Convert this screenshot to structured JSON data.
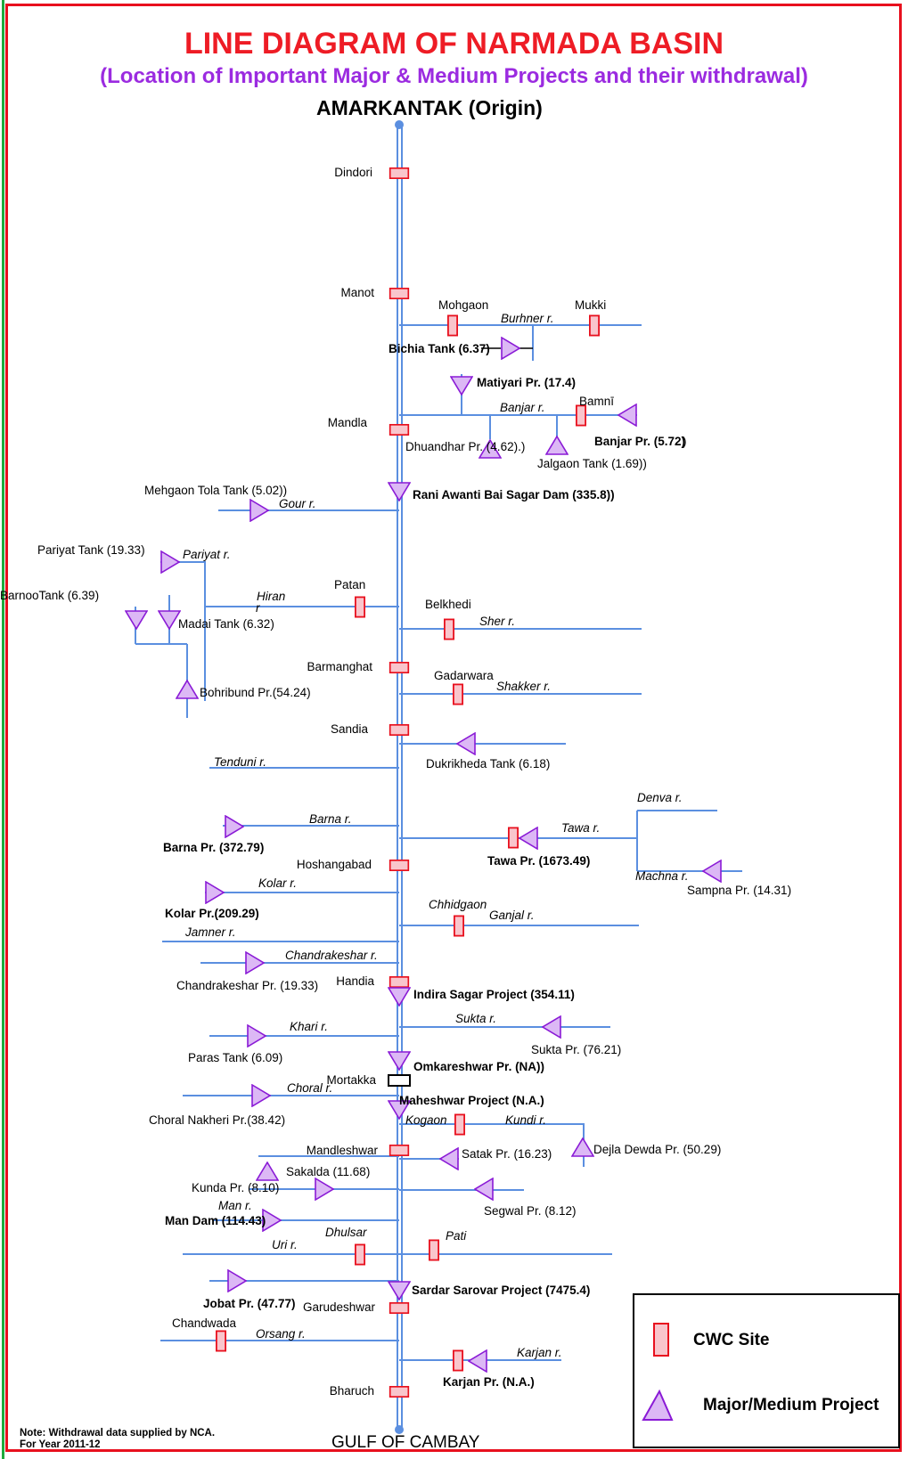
{
  "title": "LINE DIAGRAM OF NARMADA BASIN",
  "subtitle": "(Location of Important Major & Medium Projects and their withdrawal)",
  "origin": "AMARKANTAK (Origin)",
  "mouth": "GULF OF CAMBAY",
  "note_line1": "Note: Withdrawal data supplied by NCA.",
  "note_line2": "For Year 2011-12",
  "legend": {
    "cwc_site": "CWC Site",
    "project": "Major/Medium Project"
  },
  "colors": {
    "river": "#5b8fe0",
    "site_fill": "#f9c5cc",
    "site_stroke": "#e8101e",
    "project_fill": "#dcb8f5",
    "project_stroke": "#8a1ad6",
    "title": "#ee1c25",
    "subtitle": "#9b2be0"
  },
  "cwc_sites": {
    "dindori": "Dindori",
    "manot": "Manot",
    "mohgaon": "Mohgaon",
    "mukki": "Mukki",
    "mandla": "Mandla",
    "bamni": "Bamnī",
    "patan": "Patan",
    "belkhedi": "Belkhedi",
    "barmanghat": "Barmanghat",
    "gadarwara": "Gadarwara",
    "sandia": "Sandia",
    "hoshangabad": "Hoshangabad",
    "chhidgaon": "Chhidgaon",
    "handia": "Handia",
    "mortakka": "Mortakka",
    "kogaon": "Kogaon",
    "mandleshwar": "Mandleshwar",
    "dhulsar": "Dhulsar",
    "pati": "Pati",
    "garudeshwar": "Garudeshwar",
    "chandwada": "Chandwada",
    "bharuch": "Bharuch"
  },
  "rivers": {
    "burhner": "Burhner r.",
    "banjar": "Banjar r.",
    "gour": "Gour r.",
    "pariyat": "Pariyat  r.",
    "hiran": "Hiran",
    "hiran_r": "r",
    "sher": "Sher r.",
    "shakker": "Shakker r.",
    "tenduni": "Tenduni r.",
    "barna": "Barna r.",
    "tawa": "Tawa r.",
    "denva": "Denva r.",
    "machna": "Machna r.",
    "kolar": "Kolar r.",
    "ganjal": "Ganjal r.",
    "jamner": "Jamner r.",
    "chandrakeshar": "Chandrakeshar  r.",
    "khari": "Khari r.",
    "sukta": "Sukta r.",
    "choral": "Choral r.",
    "kundi": "Kundi r.",
    "man": "Man r.",
    "uri": "Uri r.",
    "orsang": "Orsang r.",
    "karjan": "Karjan r."
  },
  "projects": {
    "bichia": "Bichia Tank (6.37)",
    "matiyari": "Matiyari Pr. (17.4)",
    "banjar": "Banjar Pr. (5.72)",
    "banjar_paren": ")",
    "dhuandhar": "Dhuandhar Pr. (4.62).)",
    "jalgaon": "Jalgaon Tank (1.69))",
    "mehgaon": "Mehgaon Tola Tank (5.02))",
    "rani": "Rani Awanti Bai Sagar Dam (335.8))",
    "pariyat": "Pariyat Tank (19.33)",
    "barnoo": "BarnooTank (6.39)",
    "madai": "Madai Tank (6.32)",
    "bohribund": "Bohribund Pr.(54.24)",
    "dukrikheda": "Dukrikheda Tank (6.18)",
    "barna": "Barna Pr. (372.79)",
    "tawa": "Tawa Pr. (1673.49)",
    "sampna": "Sampna Pr. (14.31)",
    "kolar": "Kolar Pr.(209.29)",
    "chandrakeshar": "Chandrakeshar Pr. (19.33)",
    "indira": "Indira Sagar Project (354.11)",
    "paras": "Paras Tank (6.09)",
    "sukta": "Sukta Pr. (76.21)",
    "omkareshwar": "Omkareshwar Pr. (NA))",
    "choral": "Choral Nakheri Pr.(38.42)",
    "maheshwar": "Maheshwar Project (N.A.)",
    "dejla": "Dejla Dewda Pr. (50.29)",
    "satak": "Satak Pr. (16.23)",
    "sakalda": "Sakalda (11.68)",
    "kunda": "Kunda Pr. (8.10)",
    "segwal": "Segwal Pr. (8.12)",
    "man_dam": "Man Dam (114.43)",
    "jobat": "Jobat Pr. (47.77)",
    "sardar": "Sardar Sarovar Project (7475.4)",
    "karjan": "Karjan Pr. (N.A.)"
  }
}
